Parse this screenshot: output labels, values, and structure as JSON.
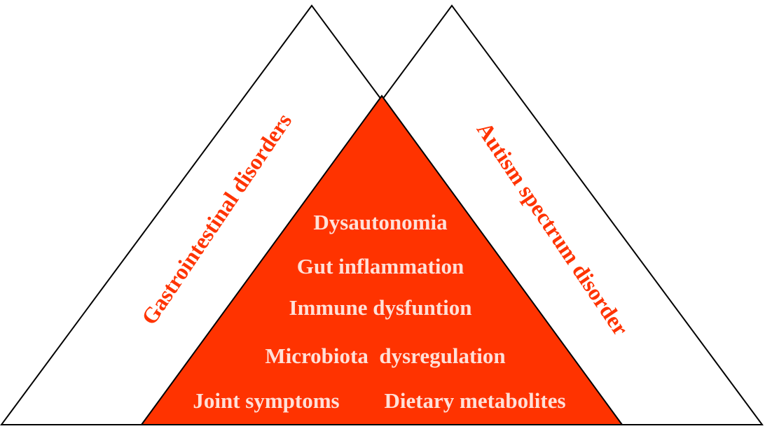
{
  "left_triangle_label": "Gastrointestinal disorders",
  "right_triangle_label": "Autism spectrum disorder",
  "overlap_items": [
    "Dysautonomia",
    "Gut inflammation",
    "Immune dysfuntion",
    "Microbiota  dysregulation",
    "Joint symptoms",
    "Dietary metabolites"
  ],
  "colors": {
    "overlap_fill": "#ff3300",
    "overlap_text": "#ffe0d8",
    "side_label": "#ff3300",
    "outline": "#000000"
  }
}
